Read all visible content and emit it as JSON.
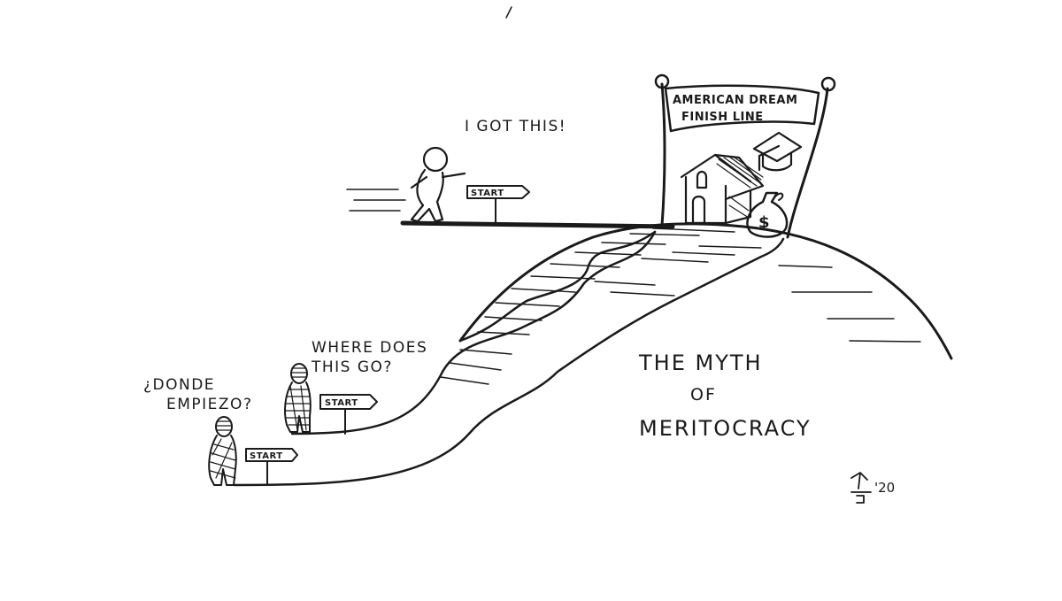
{
  "speech": {
    "top_runner": "I GOT THIS!",
    "middle_walker": [
      "WHERE DOES",
      "THIS GO?"
    ],
    "bottom_walker": [
      "¿DONDE",
      "EMPIEZO?"
    ]
  },
  "signs": {
    "top": "START",
    "middle": "START",
    "bottom": "START"
  },
  "finish_banner": [
    "AMERICAN DREAM",
    "FINISH LINE"
  ],
  "money_bag_symbol": "$",
  "title_lines": [
    "THE MYTH",
    "OF",
    "MERITOCRACY"
  ],
  "signature_year": "'20"
}
